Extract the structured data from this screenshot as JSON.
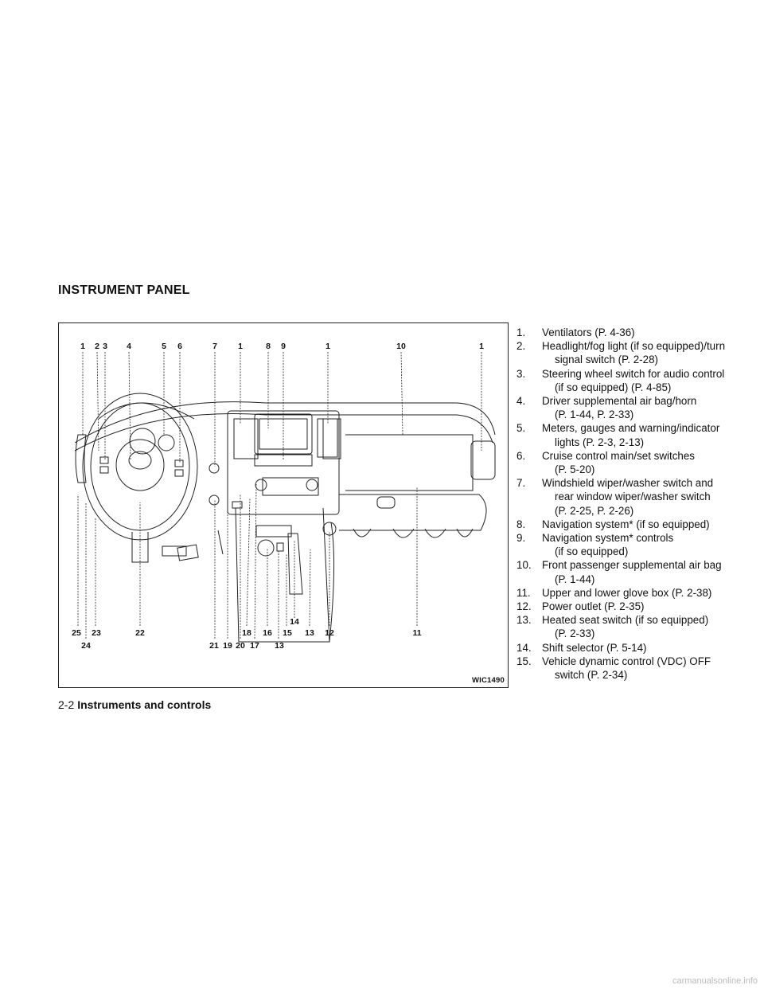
{
  "section_title": "INSTRUMENT PANEL",
  "figure": {
    "id": "WIC1490",
    "callouts_top": [
      "1",
      "2",
      "3",
      "4",
      "5",
      "6",
      "7",
      "1",
      "8",
      "9",
      "1",
      "10",
      "1"
    ],
    "callouts_bottom": [
      "25",
      "24",
      "23",
      "22",
      "21",
      "19",
      "20",
      "18",
      "17",
      "16",
      "13",
      "15",
      "14",
      "13",
      "12",
      "11"
    ]
  },
  "items": [
    {
      "num": "1.",
      "lines": [
        "Ventilators (P. 4-36)"
      ]
    },
    {
      "num": "2.",
      "lines": [
        "Headlight/fog light (if so equipped)/turn",
        "signal switch (P. 2-28)"
      ]
    },
    {
      "num": "3.",
      "lines": [
        "Steering wheel switch for audio control",
        "(if so equipped) (P. 4-85)"
      ]
    },
    {
      "num": "4.",
      "lines": [
        "Driver supplemental air bag/horn",
        "(P. 1-44, P. 2-33)"
      ]
    },
    {
      "num": "5.",
      "lines": [
        "Meters, gauges and warning/indicator",
        "lights (P. 2-3, 2-13)"
      ]
    },
    {
      "num": "6.",
      "lines": [
        "Cruise control main/set switches",
        "(P. 5-20)"
      ]
    },
    {
      "num": "7.",
      "lines": [
        "Windshield wiper/washer switch and",
        "rear window wiper/washer switch",
        "(P. 2-25, P. 2-26)"
      ]
    },
    {
      "num": "8.",
      "lines": [
        "Navigation system* (if so equipped)"
      ]
    },
    {
      "num": "9.",
      "lines": [
        "Navigation system* controls",
        "(if so equipped)"
      ]
    },
    {
      "num": "10.",
      "lines": [
        "Front passenger supplemental air bag",
        "(P. 1-44)"
      ]
    },
    {
      "num": "11.",
      "lines": [
        "Upper and lower glove box (P. 2-38)"
      ]
    },
    {
      "num": "12.",
      "lines": [
        "Power outlet (P. 2-35)"
      ]
    },
    {
      "num": "13.",
      "lines": [
        "Heated seat switch (if so equipped)",
        "(P. 2-33)"
      ]
    },
    {
      "num": "14.",
      "lines": [
        "Shift selector (P. 5-14)"
      ]
    },
    {
      "num": "15.",
      "lines": [
        "Vehicle dynamic control (VDC) OFF",
        "switch (P. 2-34)"
      ]
    }
  ],
  "footer": {
    "page": "2-2",
    "section": "Instruments and controls"
  },
  "watermark": "carmanualsonline.info"
}
